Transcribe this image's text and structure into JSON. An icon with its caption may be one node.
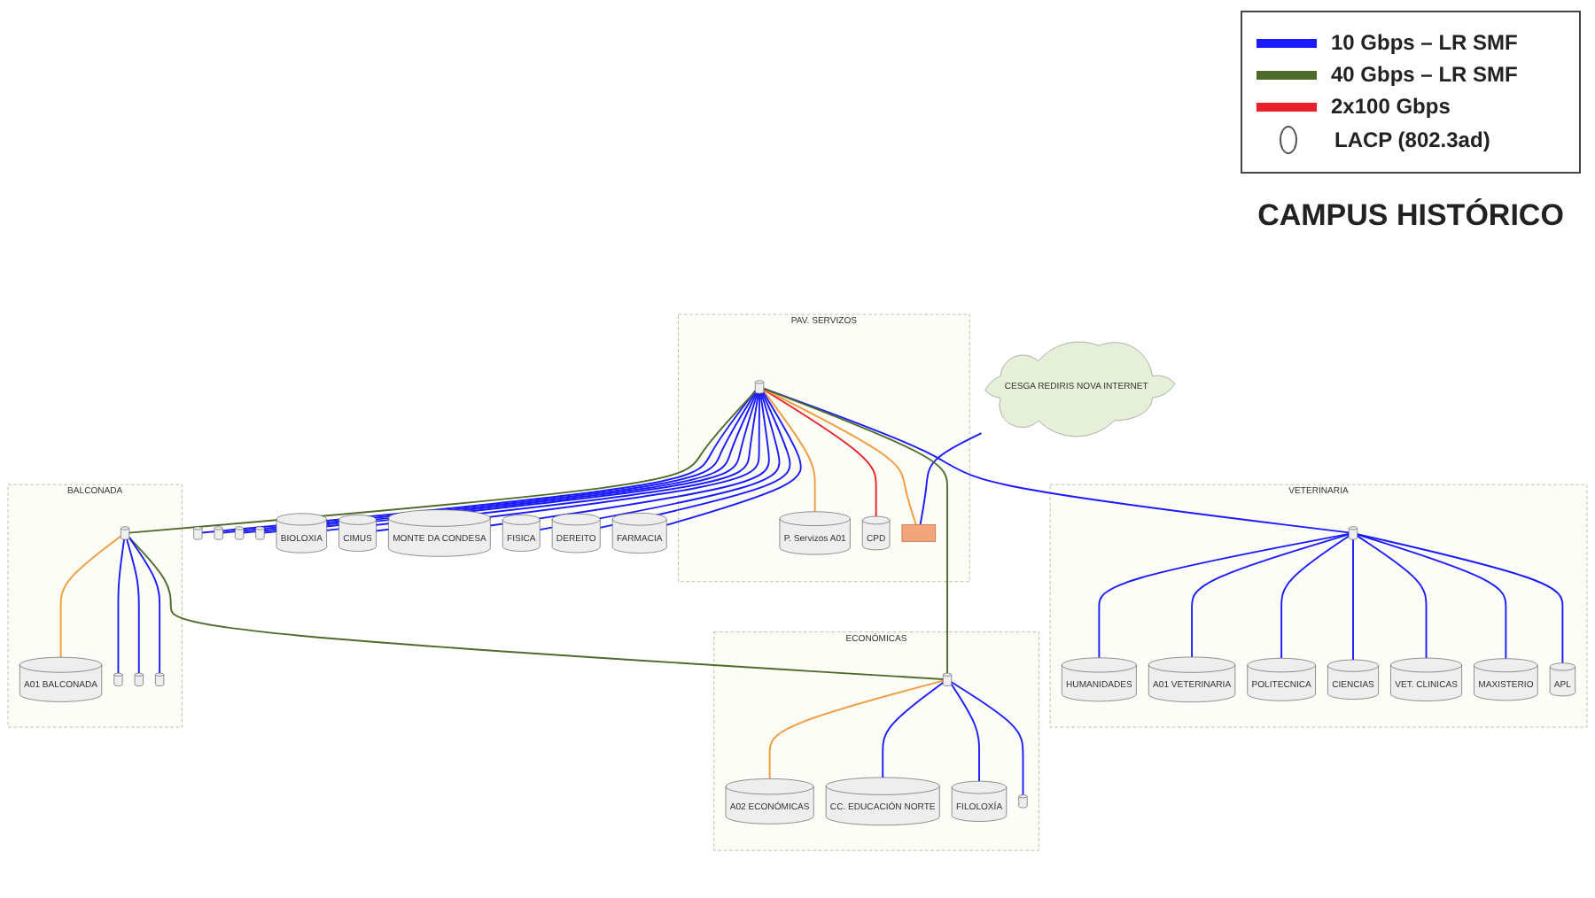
{
  "diagram": {
    "nodes": [
      {
        "text": [
          "PAV. SERVIZOS"
        ]
      },
      {
        "text": [],
        "shape": "cylinder"
      },
      {
        "text": [],
        "shape": "cylinder"
      },
      {
        "text": [],
        "shape": "cylinder"
      },
      {
        "text": [],
        "shape": "cylinder"
      },
      {
        "text": [
          "BIOLOXIA"
        ]
      },
      {
        "text": [
          "CIMUS"
        ]
      },
      {
        "text": [
          "MONTE DA CONDESA"
        ]
      },
      {
        "text": [
          "P. Servizos A01"
        ],
        "in": 0
      },
      {
        "text": [],
        "shape": "cylinder",
        "in": 0
      },
      {
        "text": [
          "FISICA"
        ]
      },
      {
        "text": [
          "CPD"
        ],
        "in": 0
      },
      {
        "text": [
          "DEREITO"
        ]
      },
      {
        "text": [],
        "shape": "box",
        "in": 0
      },
      {
        "text": [
          "FARMACIA"
        ]
      },
      {
        "text": [
          "CESGA REDIRIS NOVA INTERNET"
        ]
      },
      {
        "text": [
          "VETERINARIA"
        ]
      },
      {
        "text": [],
        "shape": "cylinder",
        "in": 16
      },
      {
        "text": [
          "HUMANIDADES"
        ],
        "in": 16
      },
      {
        "text": [
          "A01 VETERINARIA"
        ],
        "in": 16
      },
      {
        "text": [
          "POLITECNICA"
        ],
        "in": 16
      },
      {
        "text": [
          "CIENCIAS"
        ],
        "in": 16
      },
      {
        "text": [
          "VET. CLINICAS"
        ],
        "in": 16
      },
      {
        "text": [
          "MAXISTERIO"
        ],
        "in": 16
      },
      {
        "text": [
          "APL"
        ],
        "in": 16
      },
      {
        "text": [
          "ECONÓMICAS"
        ]
      },
      {
        "text": [],
        "shape": "cylinder",
        "in": 25
      },
      {
        "text": [
          "A02 ECONÓMICAS"
        ],
        "in": 25
      },
      {
        "text": [
          "BALCONADA"
        ]
      },
      {
        "text": [],
        "shape": "cylinder",
        "in": 28
      },
      {
        "text": [
          "A01 BALCONADA"
        ],
        "in": 28
      },
      {
        "text": [
          "CC. EDUCACIÓN NORTE"
        ],
        "in": 25
      },
      {
        "text": [
          "FILOLOXÍA"
        ],
        "in": 25
      },
      {
        "text": [],
        "shape": "cylinder",
        "in": 28
      },
      {
        "text": [],
        "shape": "cylinder",
        "in": 28
      },
      {
        "text": [],
        "shape": "cylinder",
        "in": 28
      },
      {
        "text": [],
        "shape": "cylinder",
        "in": 25
      }
    ],
    "edges": [
      {
        "from": 9,
        "to": 1,
        "arrow": "none"
      },
      {
        "from": 9,
        "to": 2,
        "arrow": "none"
      },
      {
        "from": 9,
        "to": 3,
        "arrow": "none"
      },
      {
        "from": 9,
        "to": 4,
        "arrow": "none"
      },
      {
        "from": 9,
        "to": 5,
        "arrow": "none"
      },
      {
        "from": 9,
        "to": 6,
        "arrow": "none"
      },
      {
        "from": 9,
        "to": 7,
        "arrow": "none"
      },
      {
        "from": 9,
        "to": 8,
        "arrow": "none",
        "color": "#f39a3c"
      },
      {
        "from": 9,
        "to": 10,
        "arrow": "none"
      },
      {
        "from": 9,
        "to": 11,
        "arrow": "none",
        "color": "#e8202a"
      },
      {
        "from": 9,
        "to": 12,
        "arrow": "none"
      },
      {
        "from": 9,
        "to": 13,
        "arrow": "none",
        "color": "#f39a3c"
      },
      {
        "from": 9,
        "to": 14,
        "arrow": "none"
      },
      {
        "from": 15,
        "to": 13,
        "arrow": "none"
      },
      {
        "from": 9,
        "to": 17,
        "arrow": "none"
      },
      {
        "from": 9,
        "to": 29,
        "arrow": "none",
        "color": "#4f6b2a"
      },
      {
        "from": 9,
        "to": 26,
        "arrow": "none",
        "color": "#4f6b2a"
      },
      {
        "from": 29,
        "to": 26,
        "arrow": "none",
        "color": "#4f6b2a"
      },
      {
        "from": 17,
        "to": 18,
        "arrow": "none"
      },
      {
        "from": 17,
        "to": 19,
        "arrow": "none"
      },
      {
        "from": 17,
        "to": 20,
        "arrow": "none"
      },
      {
        "from": 17,
        "to": 21,
        "arrow": "none"
      },
      {
        "from": 17,
        "to": 22,
        "arrow": "none"
      },
      {
        "from": 17,
        "to": 23,
        "arrow": "none"
      },
      {
        "from": 17,
        "to": 24,
        "arrow": "none"
      },
      {
        "from": 26,
        "to": 27,
        "arrow": "none",
        "color": "#f39a3c"
      },
      {
        "from": 29,
        "to": 30,
        "arrow": "none",
        "color": "#f39a3c"
      },
      {
        "from": 26,
        "to": 31,
        "arrow": "none"
      },
      {
        "from": 26,
        "to": 32,
        "arrow": "none"
      },
      {
        "from": 29,
        "to": 33,
        "arrow": "none"
      },
      {
        "from": 29,
        "to": 34,
        "arrow": "none"
      },
      {
        "from": 29,
        "to": 35,
        "arrow": "none"
      },
      {
        "from": 26,
        "to": 36,
        "arrow": "none"
      }
    ],
    "labels": [
      "CAMPUS HISTÓRICO"
    ],
    "legend": [
      {
        "text": "10 Gbps – LR SMF",
        "color": "#1a1aff"
      },
      {
        "text": "40 Gbps – LR SMF",
        "color": "#4f6b2a"
      },
      {
        "text": "2x100 Gbps",
        "color": "#e8202a"
      },
      {
        "text": "LACP (802.3ad)"
      }
    ]
  }
}
